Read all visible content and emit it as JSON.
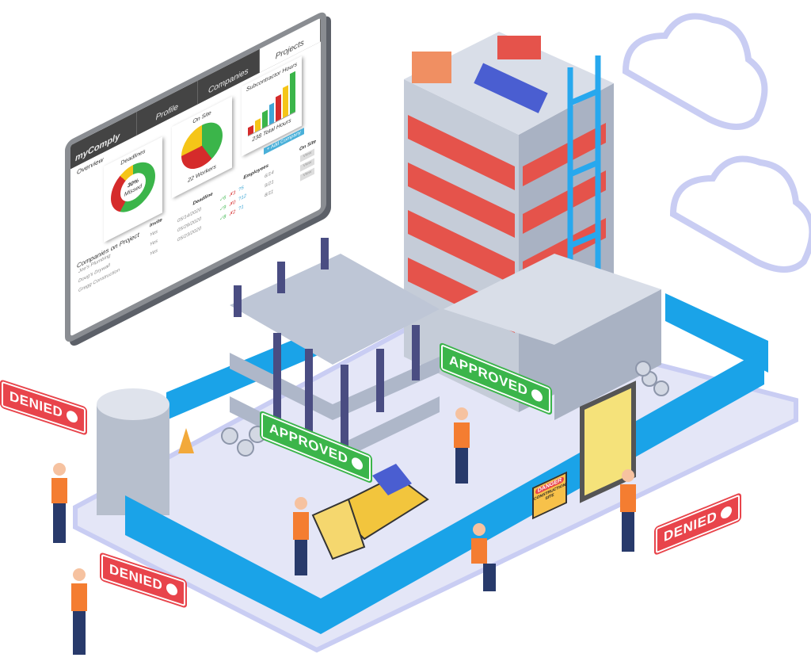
{
  "dashboard": {
    "logo": "myComply",
    "tabs": [
      "Profile",
      "Companies",
      "Projects"
    ],
    "overview_label": "Overview",
    "deadlines": {
      "title": "Deadlines",
      "center": "30%",
      "center_sub": "Missed"
    },
    "on_site": {
      "title": "On Site",
      "footer": "22 Workers"
    },
    "hours": {
      "title": "Subcontractor Hours",
      "footer": "238 Total Hours"
    },
    "add_company": "+ Add Company",
    "companies_title": "Companies on Project",
    "columns": [
      "Invite",
      "Deadline",
      "Employees",
      "On Site"
    ],
    "rows": [
      {
        "name": "Joe's Plumbing",
        "invite": "Yes",
        "deadline": "05/14/2020",
        "ok": "✓6",
        "bad": "✗3",
        "unk": "?5",
        "onsite": "6/14",
        "action": "View"
      },
      {
        "name": "Doug's Drywall",
        "invite": "Yes",
        "deadline": "05/29/2020",
        "ok": "✓9",
        "bad": "✗0",
        "unk": "?12",
        "onsite": "9/21",
        "action": "View"
      },
      {
        "name": "Gregg Construction",
        "invite": "Yes",
        "deadline": "05/23/2020",
        "ok": "✓8",
        "bad": "✗2",
        "unk": "?1",
        "onsite": "8/11",
        "action": "View"
      }
    ]
  },
  "signs": {
    "denied": "DENIED",
    "approved": "APPROVED",
    "danger": "DANGER",
    "danger_sub": "CONSTRUCTION SITE"
  },
  "colors": {
    "fence": "#1aa3e8",
    "platform": "#e4e6f7",
    "building": "#c5ccd8",
    "brick": "#e5534b",
    "approved": "#3bb54a",
    "denied": "#e8444b"
  }
}
